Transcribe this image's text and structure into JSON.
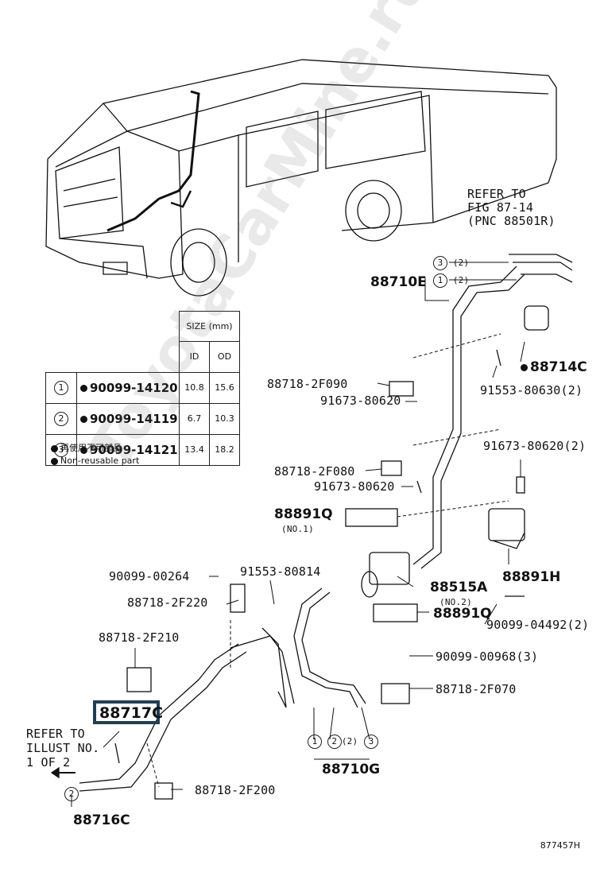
{
  "watermark": "ToyotaCarMine.ru",
  "drawing_id": "877457H",
  "table": {
    "size_header": "SIZE (mm)",
    "col_id": "ID",
    "col_od": "OD",
    "rows": [
      {
        "num": "1",
        "part": "90099-14120",
        "id": "10.8",
        "od": "15.6"
      },
      {
        "num": "2",
        "part": "90099-14119",
        "id": "6.7",
        "od": "10.3"
      },
      {
        "num": "3",
        "part": "90099-14121",
        "id": "13.4",
        "od": "18.2"
      }
    ]
  },
  "notes": {
    "jp": "再使用不可部品",
    "en": "Non-reusable part"
  },
  "refer_top": [
    "REFER TO",
    "FIG 87-14",
    "(PNC 88501R)"
  ],
  "refer_left": [
    "REFER TO",
    "ILLUST NO.",
    "1 OF 2"
  ],
  "labels": {
    "p88710E": "88710E",
    "p88714C": "88714C",
    "p91553_80630": "91553-80630(2)",
    "p88718_2F090": "88718-2F090",
    "p91673_80620a": "91673-80620",
    "p91673_80620b": "91673-80620(2)",
    "p88718_2F080": "88718-2F080",
    "p91673_80620c": "91673-80620",
    "p88891Q": "88891Q",
    "p88891Q_no1": "(NO.1)",
    "p88891H": "88891H",
    "p90099_00264": "90099-00264",
    "p91553_80814": "91553-80814",
    "p88718_2F220": "88718-2F220",
    "p88515A": "88515A",
    "p88515A_no2": "(NO.2)",
    "p88891Q_b": "88891Q",
    "p90099_04492": "90099-04492(2)",
    "p88718_2F210": "88718-2F210",
    "p90099_00968": "90099-00968(3)",
    "p88718_2F070": "88718-2F070",
    "p88717C": "88717C",
    "p88710G": "88710G",
    "p88718_2F200": "88718-2F200",
    "p88716C": "88716C",
    "c3": "3",
    "c1": "1",
    "c2": "2",
    "q2": "(2)"
  }
}
